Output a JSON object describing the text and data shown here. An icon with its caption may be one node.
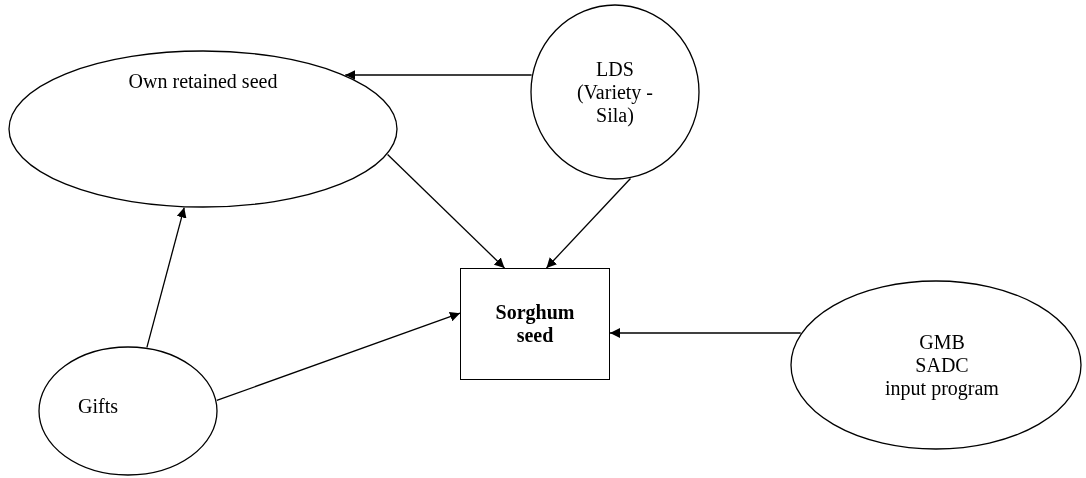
{
  "diagram": {
    "nodes": [
      {
        "text": [
          "Own retained seed"
        ]
      },
      {
        "text": [
          "LDS",
          "(Variety - Sila)"
        ]
      },
      {
        "text": [
          "Sorghum seed"
        ]
      },
      {
        "text": [
          "Gifts"
        ]
      },
      {
        "text": [
          "GMB",
          "SADC",
          "input program"
        ]
      }
    ],
    "edges": [
      {
        "from": 1,
        "to": 0,
        "arrow": "to"
      },
      {
        "from": 0,
        "to": 2,
        "arrow": "to"
      },
      {
        "from": 1,
        "to": 2,
        "arrow": "to"
      },
      {
        "from": 3,
        "to": 0,
        "arrow": "to"
      },
      {
        "from": 3,
        "to": 2,
        "arrow": "to"
      },
      {
        "from": 4,
        "to": 2,
        "arrow": "to"
      }
    ]
  }
}
